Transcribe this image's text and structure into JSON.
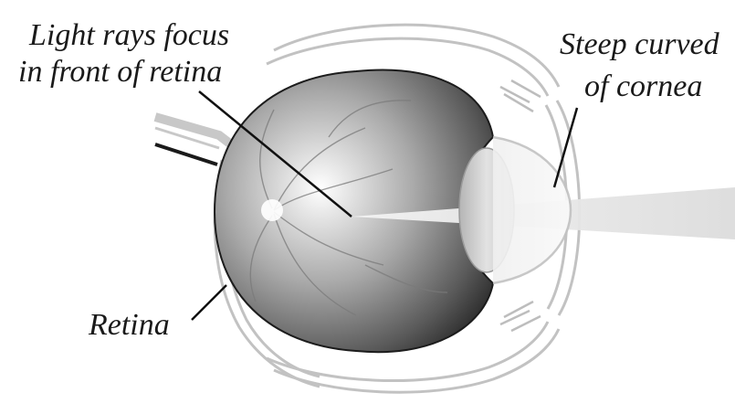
{
  "diagram": {
    "labels": {
      "focus_line1": "Light rays focus",
      "focus_line2": "in front of retina",
      "cornea_line1": "Steep curved",
      "cornea_line2": "of cornea",
      "retina": "Retina"
    },
    "colors": {
      "eyeball_dark": "#2b2b2b",
      "eyeball_light": "#d9d9d9",
      "outline": "#bdbdbd",
      "lens": "#cfcfcf",
      "light_beam": "#e3e3e3",
      "pointer": "#111111",
      "text": "#1a1a1a"
    }
  }
}
